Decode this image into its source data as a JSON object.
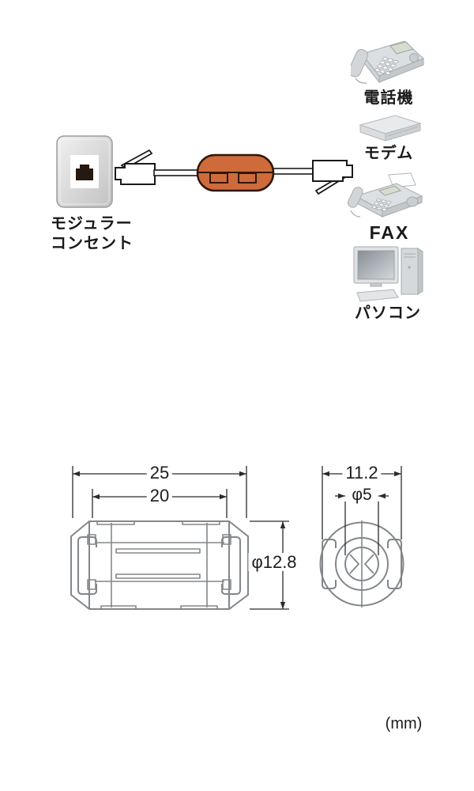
{
  "connection_diagram": {
    "outlet_label": [
      "モジュラー",
      "コンセント"
    ],
    "devices": [
      {
        "icon": "telephone-icon",
        "label": "電話機"
      },
      {
        "icon": "modem-icon",
        "label": "モデム"
      },
      {
        "icon": "fax-icon",
        "label": "FAX"
      },
      {
        "icon": "computer-icon",
        "label": "パソコン"
      }
    ]
  },
  "dimension_drawing": {
    "total_length": "25",
    "core_length": "20",
    "outer_diameter": "φ12.8",
    "body_width": "11.2",
    "hole_diameter": "φ5",
    "unit": "(mm)"
  },
  "colors": {
    "ferrite_orange": "#cf6b3a",
    "ferrite_outline": "#2e1608",
    "drawing_line_gray": "#83878a",
    "dimension_line": "#2b2b2b",
    "plug_outline": "#1a1a1a"
  }
}
